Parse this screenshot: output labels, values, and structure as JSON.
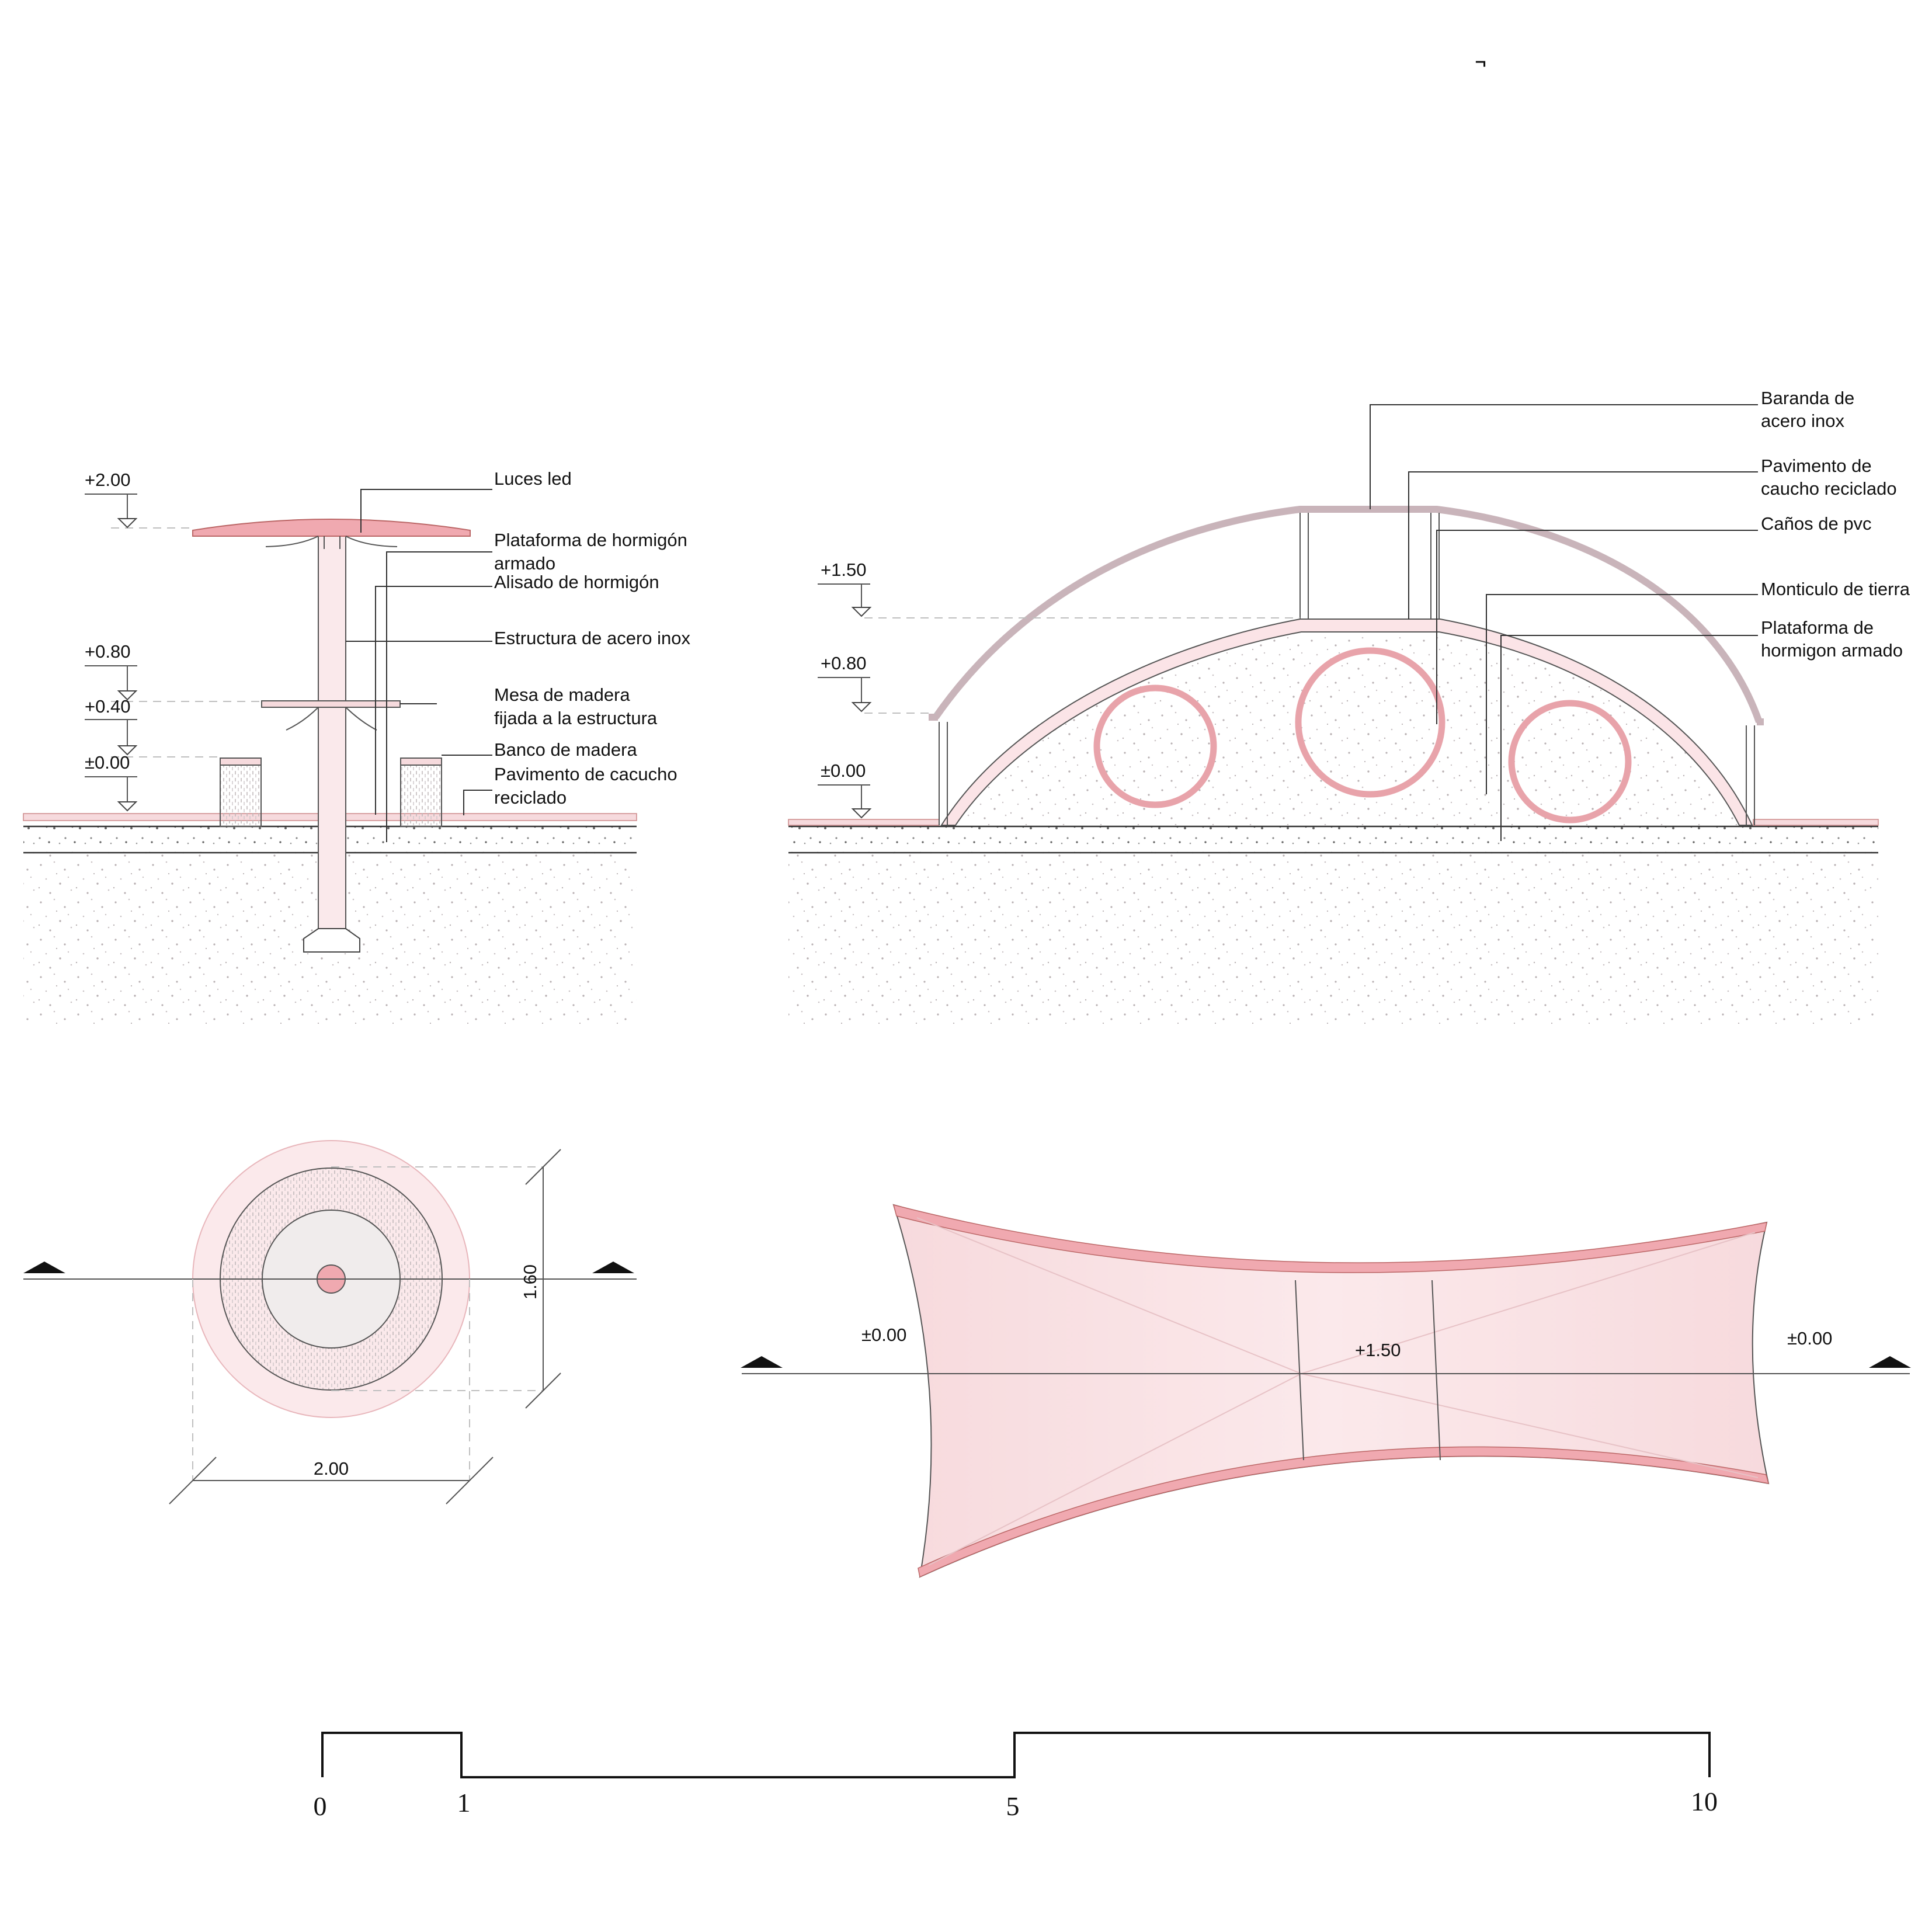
{
  "colors": {
    "accent_pink": "#e8a3aa",
    "light_pink": "#f9e3e5",
    "rail_mauve": "#c9b4ba",
    "line": "#333333",
    "soil_dot": "#b8b0b2"
  },
  "icons": [
    "corner-mark-icon",
    "section-arrow-icon",
    "level-marker-icon"
  ],
  "top_mark": "̚",
  "section_a": {
    "levels": [
      "+2.00",
      "+0.80",
      "+0.40",
      "±0.00"
    ],
    "labels": {
      "luces": "Luces led",
      "plataforma_1": "Plataforma de hormigón",
      "plataforma_2": "armado",
      "alisado": "Alisado de hormigón",
      "estructura": "Estructura de acero inox",
      "mesa_1": "Mesa de madera",
      "mesa_2": "fijada a la estructura",
      "banco": "Banco de madera",
      "pavimento_1": "Pavimento de cacucho",
      "pavimento_2": "reciclado"
    }
  },
  "section_b": {
    "levels": [
      "+1.50",
      "+0.80",
      "±0.00"
    ],
    "labels": {
      "baranda_1": "Baranda de",
      "baranda_2": "acero inox",
      "pavimento_1": "Pavimento de",
      "pavimento_2": "caucho reciclado",
      "canos": "Caños de pvc",
      "monticulo": "Monticulo de tierra",
      "plataforma_1": "Plataforma de",
      "plataforma_2": "hormigon armado"
    }
  },
  "plan_a": {
    "dim_height": "1.60",
    "dim_width": "2.00"
  },
  "plan_b": {
    "level_left": "±0.00",
    "level_center": "+1.50",
    "level_right": "±0.00"
  },
  "scale_bar": {
    "ticks": [
      "0",
      "1",
      "5",
      "10"
    ]
  }
}
